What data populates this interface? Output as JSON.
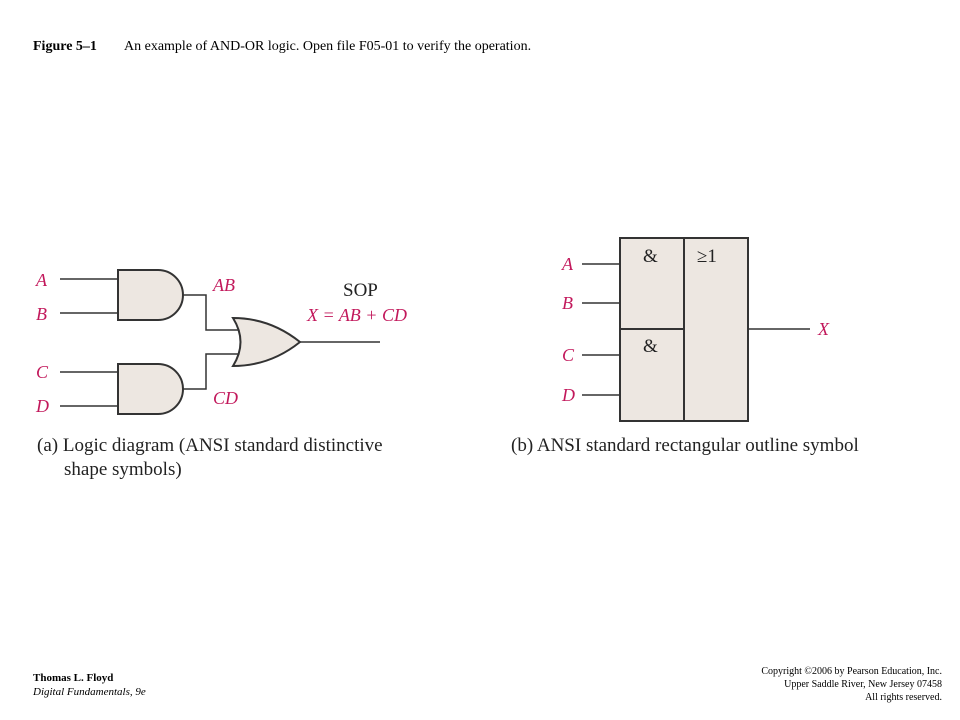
{
  "caption": {
    "figure_number": "Figure 5–1",
    "text": "An example of AND-OR logic. Open file F05-01 to verify the operation."
  },
  "diagram_a": {
    "inputs": [
      "A",
      "B",
      "C",
      "D"
    ],
    "term_ab": "AB",
    "term_cd": "CD",
    "sop_label": "SOP",
    "expression": "X = AB + CD",
    "caption_line1": "(a) Logic diagram (ANSI standard distinctive",
    "caption_line2": "shape symbols)"
  },
  "diagram_b": {
    "inputs": [
      "A",
      "B",
      "C",
      "D"
    ],
    "and_symbol": "&",
    "or_symbol": "≥1",
    "output": "X",
    "caption": "(b) ANSI standard rectangular outline symbol"
  },
  "colors": {
    "label_red": "#c2185b",
    "gate_fill": "#ede7e1"
  },
  "footer": {
    "author": "Thomas L. Floyd",
    "book": "Digital Fundamentals, 9e",
    "copyright_line1": "Copyright ©2006 by Pearson Education, Inc.",
    "copyright_line2": "Upper Saddle River, New Jersey 07458",
    "copyright_line3": "All rights reserved."
  }
}
